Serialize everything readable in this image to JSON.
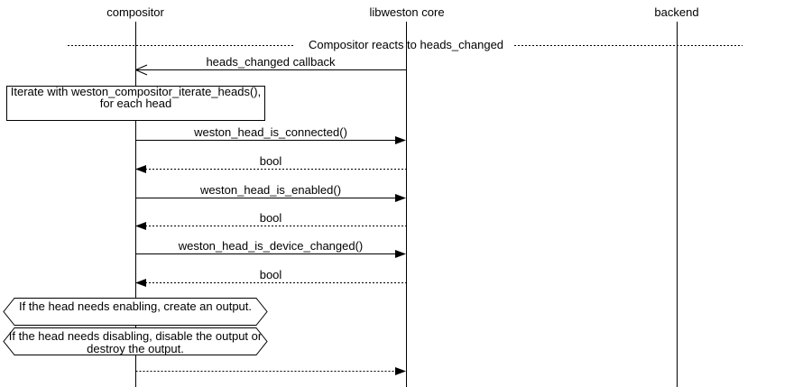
{
  "diagram": {
    "title_hint": "sequence diagram",
    "actors": [
      {
        "name": "compositor"
      },
      {
        "name": "libweston core"
      },
      {
        "name": "backend"
      }
    ],
    "divider": {
      "label": "Compositor reacts to heads_changed"
    },
    "messages": [
      {
        "label": "heads_changed callback",
        "from": "libweston core",
        "to": "compositor",
        "line": "solid",
        "arrow": "open"
      },
      {
        "label": "weston_head_is_connected()",
        "from": "compositor",
        "to": "libweston core",
        "line": "solid",
        "arrow": "filled"
      },
      {
        "label": "bool",
        "from": "libweston core",
        "to": "compositor",
        "line": "dotted",
        "arrow": "filled"
      },
      {
        "label": "weston_head_is_enabled()",
        "from": "compositor",
        "to": "libweston core",
        "line": "solid",
        "arrow": "filled"
      },
      {
        "label": "bool",
        "from": "libweston core",
        "to": "compositor",
        "line": "dotted",
        "arrow": "filled"
      },
      {
        "label": "weston_head_is_device_changed()",
        "from": "compositor",
        "to": "libweston core",
        "line": "solid",
        "arrow": "filled"
      },
      {
        "label": "bool",
        "from": "libweston core",
        "to": "compositor",
        "line": "dotted",
        "arrow": "filled"
      },
      {
        "label": "",
        "from": "compositor",
        "to": "libweston core",
        "line": "dotted",
        "arrow": "filled"
      }
    ],
    "note": {
      "text": "Iterate with weston_compositor_iterate_heads(), for each head"
    },
    "conditions": [
      {
        "text": "If the head needs enabling, create an output."
      },
      {
        "text": "If the head needs disabling, disable the output or destroy the output."
      }
    ]
  },
  "colors": {
    "line": "#000000",
    "text": "#000000",
    "background": "#ffffff"
  }
}
